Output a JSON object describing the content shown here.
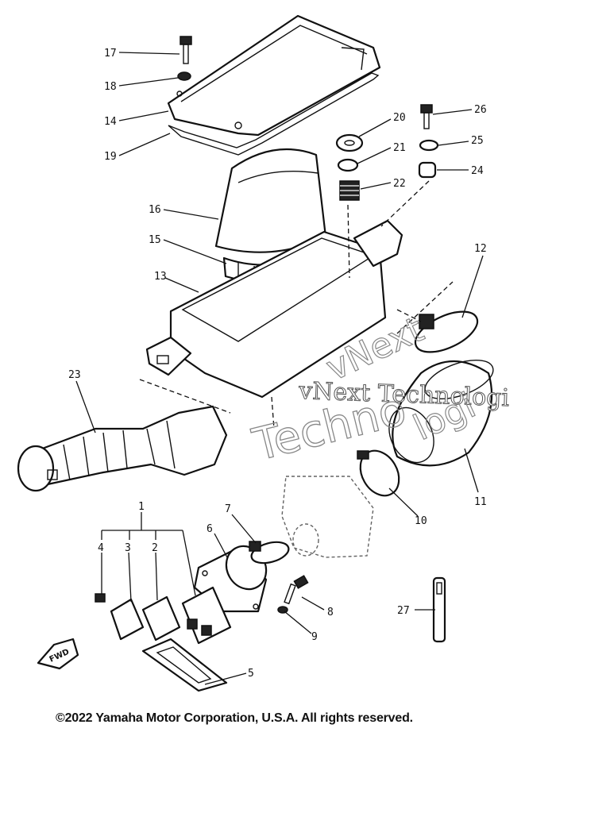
{
  "callouts": [
    {
      "n": "17"
    },
    {
      "n": "18"
    },
    {
      "n": "14"
    },
    {
      "n": "19"
    },
    {
      "n": "20"
    },
    {
      "n": "26"
    },
    {
      "n": "21"
    },
    {
      "n": "25"
    },
    {
      "n": "22"
    },
    {
      "n": "24"
    },
    {
      "n": "16"
    },
    {
      "n": "15"
    },
    {
      "n": "12"
    },
    {
      "n": "13"
    },
    {
      "n": "23"
    },
    {
      "n": "11"
    },
    {
      "n": "10"
    },
    {
      "n": "1"
    },
    {
      "n": "7"
    },
    {
      "n": "4"
    },
    {
      "n": "3"
    },
    {
      "n": "2"
    },
    {
      "n": "6"
    },
    {
      "n": "8"
    },
    {
      "n": "27"
    },
    {
      "n": "9"
    },
    {
      "n": "5"
    }
  ],
  "fwd_label": "FWD",
  "watermark": {
    "line1": "vNext Technologi",
    "line2": "Techno",
    "line3": "vNext",
    "line4": "logi"
  },
  "copyright": "©2022 Yamaha Motor Corporation, U.S.A. All rights reserved."
}
